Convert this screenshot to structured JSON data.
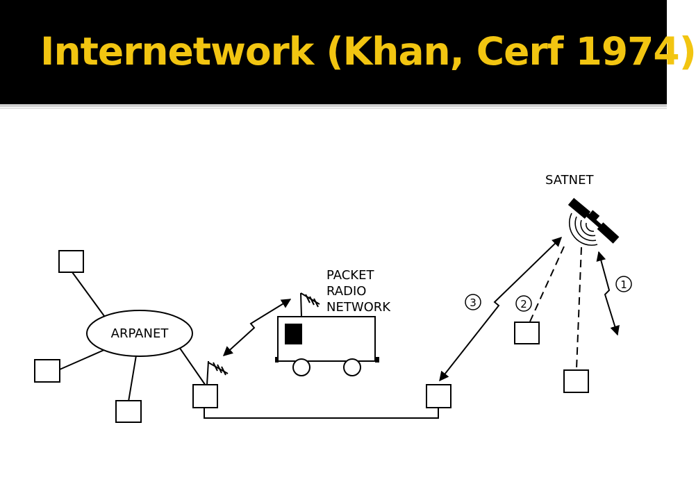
{
  "title": "Internetwork (Khan, Cerf 1974)",
  "labels": {
    "arpanet": "ARPANET",
    "packet_radio_line1": "PACKET",
    "packet_radio_line2": "RADIO",
    "packet_radio_line3": "NETWORK",
    "satnet": "SATNET"
  },
  "paths": {
    "path_1": "1",
    "path_2": "2",
    "path_3": "3"
  },
  "colors": {
    "title_bar": "#000000",
    "title_text": "#F2C511",
    "diagram_stroke": "#000000",
    "background": "#FFFFFF"
  }
}
